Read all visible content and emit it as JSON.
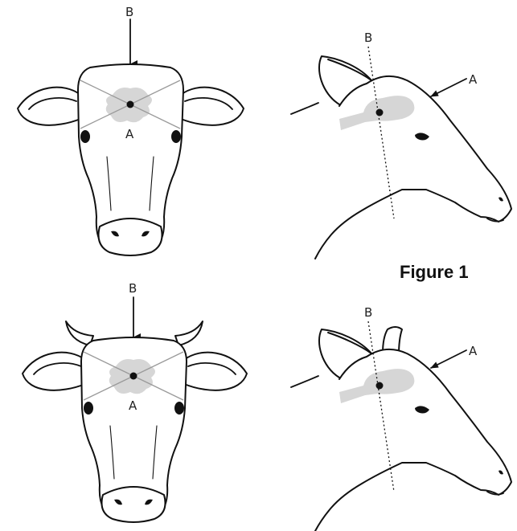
{
  "caption": "Figure 1",
  "labels": {
    "A": "A",
    "B": "B"
  },
  "panels": [
    {
      "id": "front-hornless"
    },
    {
      "id": "side-hornless"
    },
    {
      "id": "front-horned"
    },
    {
      "id": "side-horned"
    }
  ]
}
